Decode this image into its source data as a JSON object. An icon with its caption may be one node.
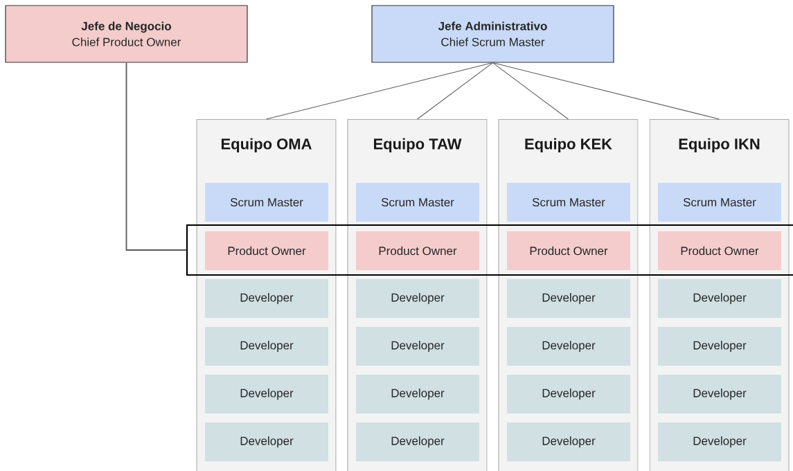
{
  "diagram": {
    "nodes": [
      {
        "text": [
          "Jefe de Negocio",
          "Chief Product Owner"
        ]
      },
      {
        "text": [
          "Jefe Administrativo",
          "Chief Scrum Master"
        ]
      },
      {
        "text": [
          "Equipo OMA"
        ]
      },
      {
        "text": [
          "Scrum Master"
        ],
        "in": 2
      },
      {
        "text": [
          "Product Owner"
        ]
      },
      {
        "text": [
          "Developer"
        ],
        "in": 2
      },
      {
        "text": [
          "Developer"
        ],
        "in": 2
      },
      {
        "text": [
          "Developer"
        ],
        "in": 2
      },
      {
        "text": [
          "Developer"
        ],
        "in": 2
      },
      {
        "text": [
          "Equipo TAW"
        ]
      },
      {
        "text": [
          "Scrum Master"
        ],
        "in": 9
      },
      {
        "text": [
          "Product Owner"
        ]
      },
      {
        "text": [
          "Developer"
        ],
        "in": 9
      },
      {
        "text": [
          "Developer"
        ],
        "in": 9
      },
      {
        "text": [
          "Developer"
        ],
        "in": 9
      },
      {
        "text": [
          "Developer"
        ],
        "in": 9
      },
      {
        "text": [
          "Equipo KEK"
        ]
      },
      {
        "text": [
          "Scrum Master"
        ],
        "in": 16
      },
      {
        "text": [
          "Product Owner"
        ]
      },
      {
        "text": [
          "Developer"
        ],
        "in": 16
      },
      {
        "text": [
          "Developer"
        ],
        "in": 16
      },
      {
        "text": [
          "Developer"
        ],
        "in": 16
      },
      {
        "text": [
          "Developer"
        ],
        "in": 16
      },
      {
        "text": [
          "Equipo IKN"
        ]
      },
      {
        "text": [
          "Scrum Master"
        ],
        "in": 23
      },
      {
        "text": [
          "Product Owner"
        ]
      },
      {
        "text": [
          "Developer"
        ],
        "in": 23
      },
      {
        "text": [
          "Developer"
        ],
        "in": 23
      },
      {
        "text": [
          "Developer"
        ],
        "in": 23
      },
      {
        "text": [
          "Developer"
        ],
        "in": 23
      },
      {
        "text": [],
        "shape": "box"
      }
    ],
    "edges": [
      {
        "from": 0,
        "to": 30,
        "arrow": "none"
      },
      {
        "from": 1,
        "to": 2,
        "arrow": "none"
      },
      {
        "from": 1,
        "to": 9,
        "arrow": "none"
      },
      {
        "from": 1,
        "to": 16,
        "arrow": "none"
      },
      {
        "from": 1,
        "to": 23,
        "arrow": "none"
      }
    ]
  }
}
